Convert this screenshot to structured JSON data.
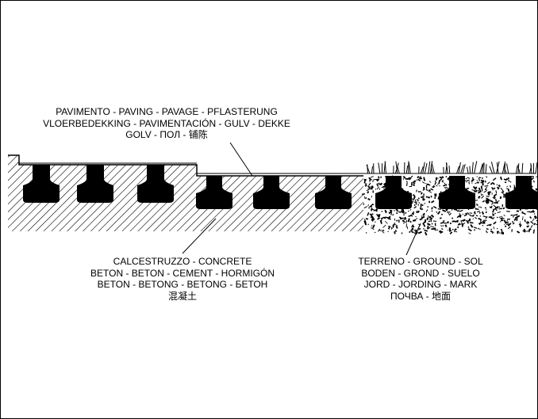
{
  "labels": {
    "paving": {
      "line1": "PAVIMENTO - PAVING - PAVAGE - PFLASTERUNG",
      "line2": "VLOERBEDEKKING - PAVIMENTACIÓN - GULV - DEKKE",
      "line3": "GOLV - ПОЛ - 铺陈"
    },
    "concrete": {
      "line1": "CALCESTRUZZO - CONCRETE",
      "line2": "BETON - BETON - CEMENT - HORMIGÓN",
      "line3": "BETON - BETONG - BETONG - БЕТОН",
      "line4": "混凝土"
    },
    "ground": {
      "line1": "TERRENO - GROUND - SOL",
      "line2": "BODEN - GROND - SUELO",
      "line3": "JORD - JORDING - MARK",
      "line4": "ПОЧВА - 地面"
    }
  },
  "colors": {
    "ink": "#000000",
    "background": "#ffffff"
  }
}
